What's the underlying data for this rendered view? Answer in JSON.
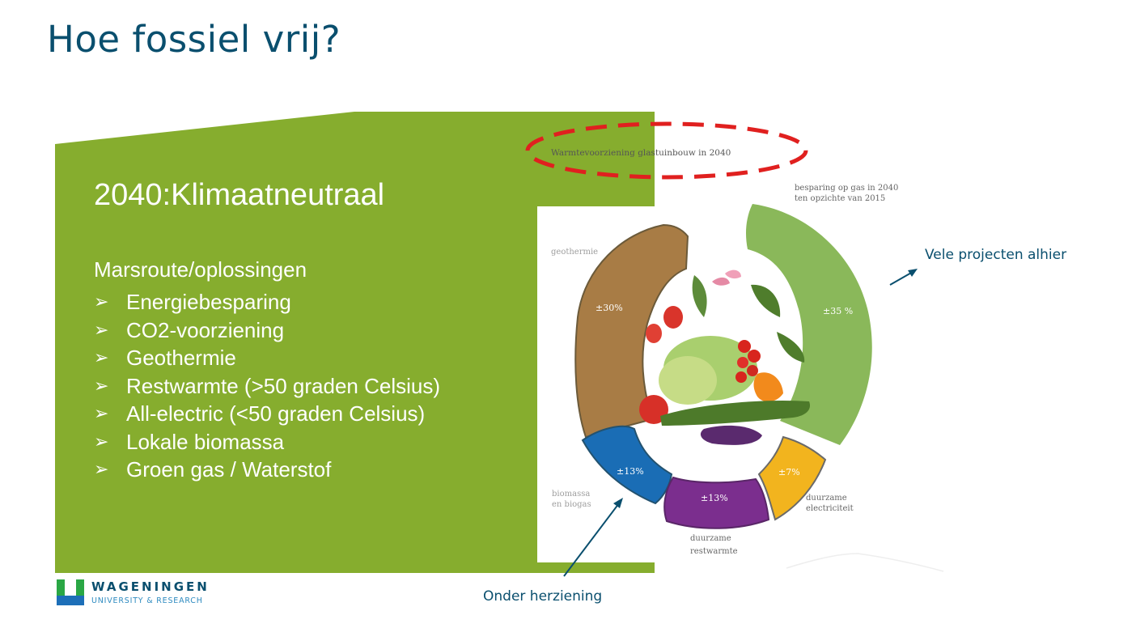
{
  "slide": {
    "title": "Hoe fossiel vrij?"
  },
  "panel": {
    "heading": "2040:Klimaatneutraal",
    "subheading": "Marsroute/oplossingen",
    "bullet_marker": "➢",
    "bullets": [
      "Energiebesparing",
      "CO2-voorziening",
      "Geothermie",
      "Restwarmte (>50 graden Celsius)",
      "All-electric (<50 graden Celsius)",
      "Lokale biomassa",
      "Groen gas / Waterstof"
    ]
  },
  "diagram": {
    "title": "Warmtevoorziening glastuinbouw in 2040",
    "savings_label_line1": "besparing op gas in 2040",
    "savings_label_line2": "ten opzichte van 2015",
    "segments": [
      {
        "label": "geothermie",
        "value": "±30%",
        "color": "#a87c45"
      },
      {
        "label_line1": "biomassa",
        "label_line2": "en biogas",
        "value": "±13%",
        "color": "#1a6db5"
      },
      {
        "label_line1": "duurzame",
        "label_line2": "restwarmte",
        "value": "±13%",
        "color": "#7b2e8e"
      },
      {
        "label_line1": "duurzame",
        "label_line2": "electriciteit",
        "value": "±7%",
        "color": "#f2b41e"
      },
      {
        "label": "besparing",
        "value": "±35 %",
        "color": "#8ab85a"
      }
    ]
  },
  "annotations": {
    "right_note": "Vele projecten alhier",
    "bottom_note": "Onder herziening"
  },
  "logo": {
    "name": "WAGENINGEN",
    "subtitle": "UNIVERSITY & RESEARCH"
  },
  "colors": {
    "panel_green": "#86ad2e",
    "title_blue": "#0a4f6e",
    "dash_red": "#e0201f"
  }
}
